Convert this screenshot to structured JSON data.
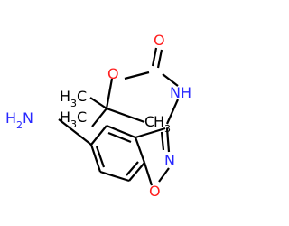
{
  "molecule": {
    "atoms": {
      "carbonyl_o": "O",
      "ester_o": "O",
      "nh": "NH",
      "amine_h": "H",
      "amine_sub": "2",
      "amine_n": "N",
      "ring_n": "N",
      "ring_o": "O",
      "methyl_top_h": "H",
      "methyl_top_sub": "3",
      "methyl_top_c": "C",
      "methyl_mid_h": "H",
      "methyl_mid_sub": "3",
      "methyl_mid_c": "C",
      "methyl_right_c": "C",
      "methyl_right_h": "H",
      "methyl_right_sub": "3"
    },
    "colors": {
      "carbon": "#000000",
      "oxygen": "#ff1f1f",
      "nitrogen": "#2727ff"
    }
  }
}
